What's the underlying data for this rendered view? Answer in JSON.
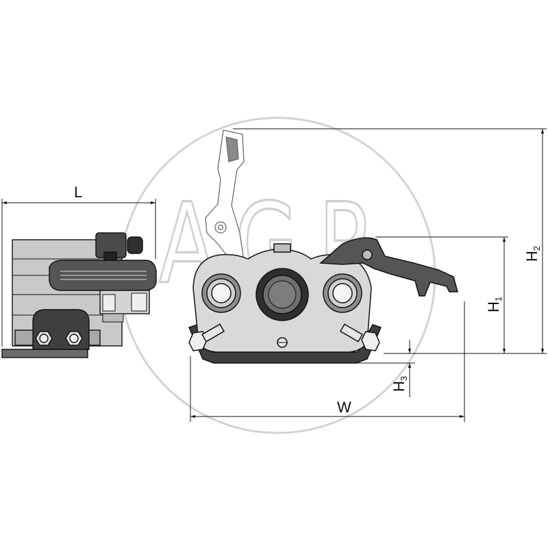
{
  "watermark": {
    "text": "AGP"
  },
  "dimensions": {
    "L": "L",
    "W": "W",
    "H1": {
      "main": "H",
      "sub": "1"
    },
    "H2": {
      "main": "H",
      "sub": "2"
    },
    "H3": {
      "main": "H",
      "sub": "3"
    }
  },
  "colors": {
    "line": "#111111",
    "watermark": "#cfcfcf",
    "body_fill": "#d9d9d9",
    "dark_fill": "#4a4a4a",
    "mid_fill": "#9a9a9a"
  }
}
